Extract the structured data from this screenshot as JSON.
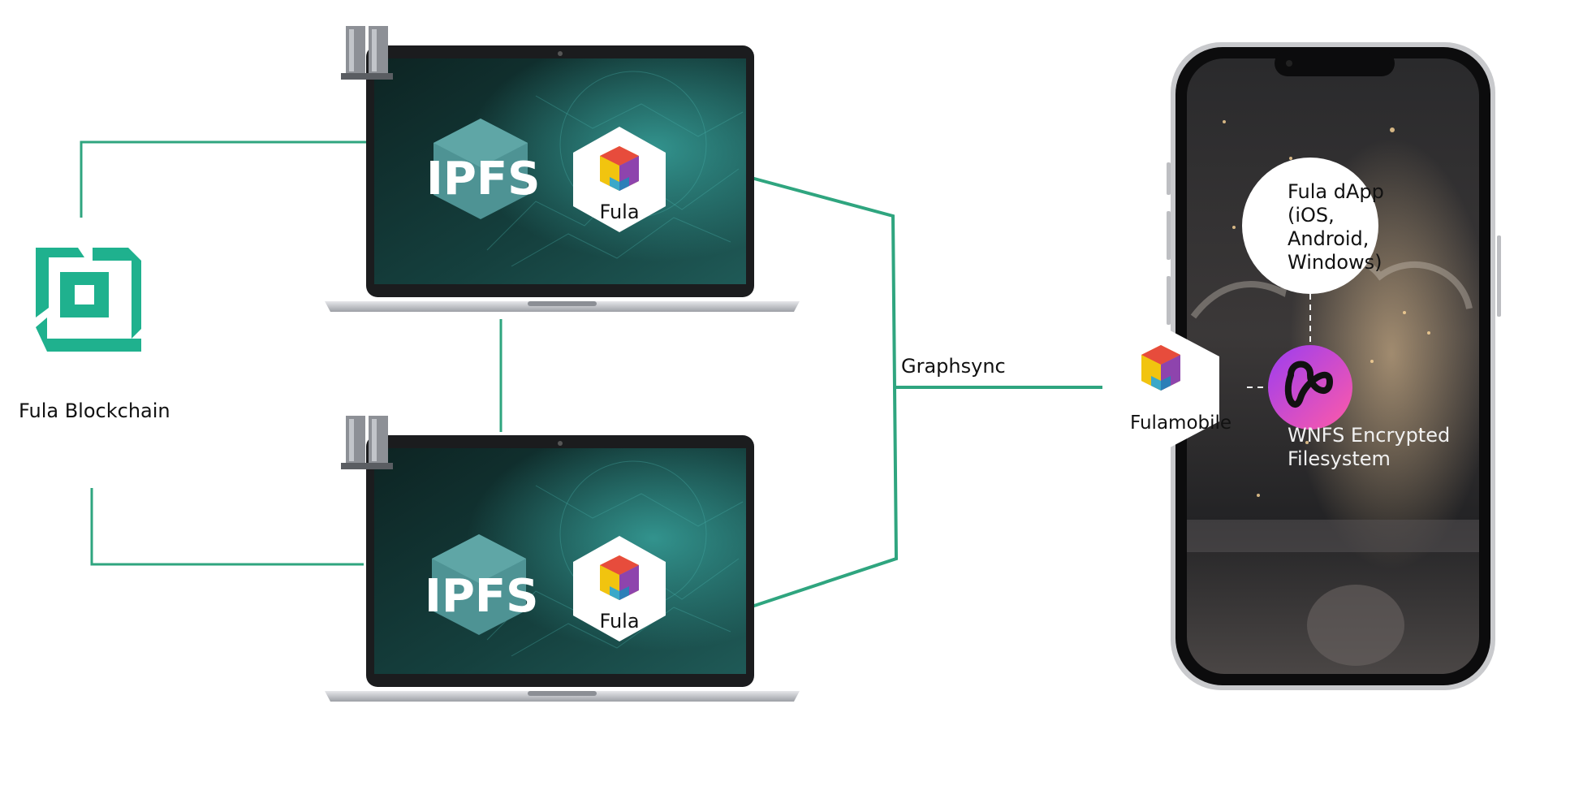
{
  "blockchain": {
    "label": "Fula Blockchain"
  },
  "nodes": [
    {
      "ipfs_label": "IPFS",
      "fula_label": "Fula"
    },
    {
      "ipfs_label": "IPFS",
      "fula_label": "Fula"
    }
  ],
  "connection": {
    "label": "Graphsync"
  },
  "mobile": {
    "fulamobile_label": "Fulamobile",
    "dapp_lines": [
      "Fula dApp",
      "(iOS,",
      "Android,",
      "Windows)"
    ],
    "wnfs_lines": [
      "WNFS Encrypted",
      "Filesystem"
    ]
  },
  "colors": {
    "line": "#2fa57f",
    "brand_green": "#1fb18e",
    "screen": "#0f2d2c",
    "ipfs_hex": "#4e9394"
  }
}
